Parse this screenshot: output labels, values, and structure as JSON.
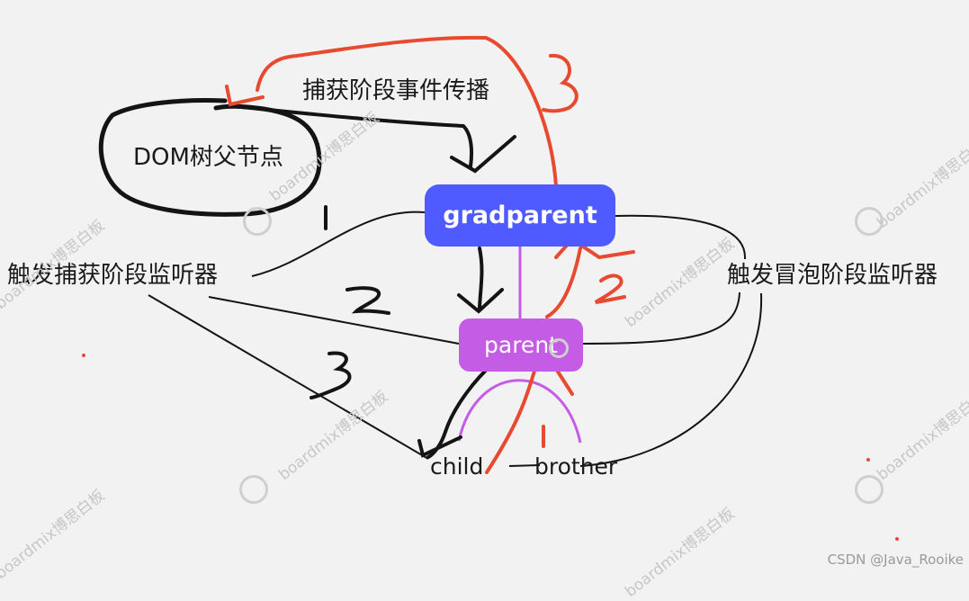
{
  "labels": {
    "capture_propagation": "捕获阶段事件传播",
    "dom_parent": "DOM树父节点",
    "trigger_capture": "触发捕获阶段监听器",
    "trigger_bubble": "触发冒泡阶段监听器"
  },
  "nodes": {
    "gradparent": "gradparent",
    "parent": "parent",
    "child": "child",
    "brother": "brother"
  },
  "watermark": "boardmix博思白板",
  "credit": "CSDN @Java_Rooike",
  "colors": {
    "gradparent": "#4f5bff",
    "parent": "#c45ce6",
    "ink_red": "#e84a30",
    "ink_black": "#141414"
  }
}
